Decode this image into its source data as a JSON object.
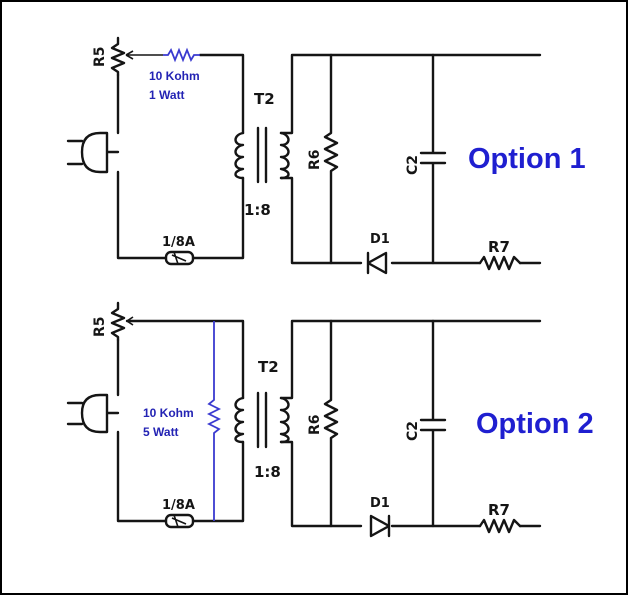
{
  "option1": {
    "title": "Option 1",
    "labels": {
      "pot": "R5",
      "transformer": "T2",
      "ratio": "1:8",
      "fuse": "1/8A",
      "resistor_r6": "R6",
      "capacitor": "C2",
      "diode": "D1",
      "resistor_r7": "R7"
    },
    "added_resistor": {
      "line1": "10 Kohm",
      "line2": "1 Watt"
    }
  },
  "option2": {
    "title": "Option 2",
    "labels": {
      "pot": "R5",
      "transformer": "T2",
      "ratio": "1:8",
      "fuse": "1/8A",
      "resistor_r6": "R6",
      "capacitor": "C2",
      "diode": "D1",
      "resistor_r7": "R7"
    },
    "added_resistor": {
      "line1": "10 Kohm",
      "line2": "5 Watt"
    }
  },
  "colors": {
    "ink": "#151515",
    "annotation": "#2323b4",
    "option_title": "#1f1fd0"
  }
}
